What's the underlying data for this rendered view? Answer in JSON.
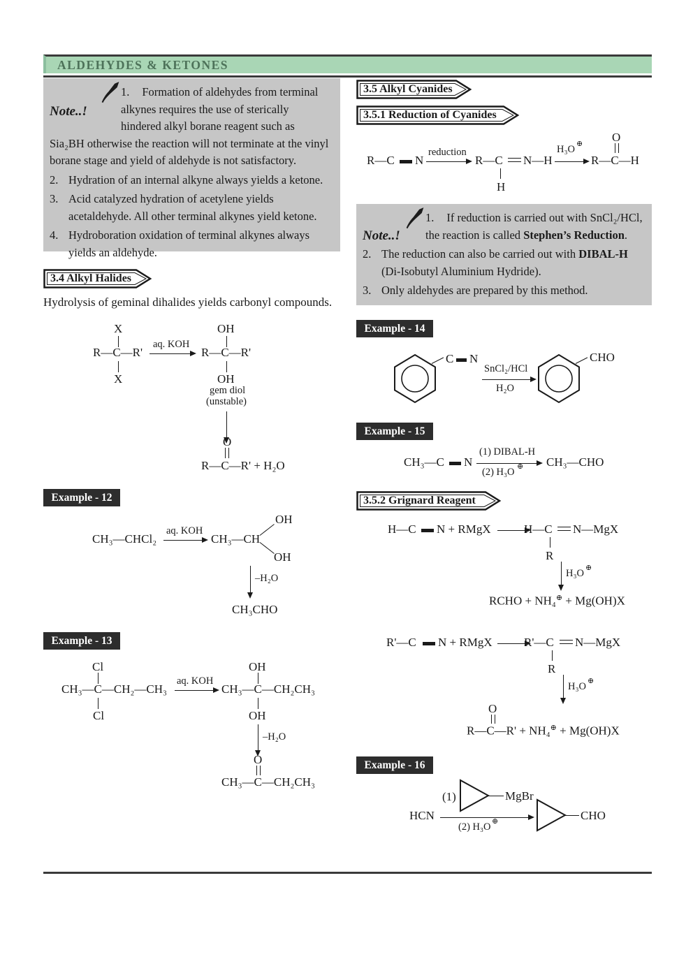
{
  "header": {
    "title": "ALDEHYDES & KETONES"
  },
  "note1": {
    "label": "Note..!",
    "item1_num": "1.",
    "item1_text": "Formation of aldehydes from terminal alkynes requires the use of sterically hindered alkyl borane reagent such as Sia₂BH otherwise the reaction will not terminate at the vinyl borane stage and yield of aldehyde is not satisfactory.",
    "items": [
      {
        "num": "2.",
        "text": "Hydration of an internal alkyne always yields a ketone."
      },
      {
        "num": "3.",
        "text": "Acid catalyzed hydration of acetylene yields acetaldehyde. All other terminal alkynes yield ketone."
      },
      {
        "num": "4.",
        "text": "Hydroboration oxidation of terminal alkynes always yields an aldehyde."
      }
    ]
  },
  "sections": {
    "s34": "3.4  Alkyl Halides",
    "s35": "3.5  Alkyl Cyanides",
    "s351": "3.5.1  Reduction of Cyanides",
    "s352": "3.5.2  Grignard Reagent"
  },
  "left": {
    "hydrolysis": "Hydrolysis of geminal dihalides yields carbonyl compounds.",
    "schemeA": {
      "x_top": "X",
      "x_bot": "X",
      "mol1": "R—C—R'",
      "cond": "aq. KOH",
      "oh_top": "OH",
      "oh_bot": "OH",
      "mol2": "R—C—R'",
      "caption1": "gem diol",
      "caption2": "(unstable)",
      "o": "O",
      "product": "R—C—R' + H₂O"
    },
    "ex12": {
      "banner": "Example - 12",
      "reactant": "CH₃—CHCl₂",
      "cond": "aq. KOH",
      "mid": "CH₃—CH",
      "oh_top": "OH",
      "oh_bot": "OH",
      "loss": "–H₂O",
      "product": "CH₃CHO"
    },
    "ex13": {
      "banner": "Example - 13",
      "cl_top": "Cl",
      "cl_bot": "Cl",
      "reactant": "CH₃—C—CH₂—CH₃",
      "cond": "aq. KOH",
      "oh_top": "OH",
      "oh_bot": "OH",
      "mid": "CH₃—C—CH₂CH₃",
      "loss": "–H₂O",
      "o": "O",
      "product": "CH₃—C—CH₂CH₃"
    }
  },
  "right": {
    "r351": {
      "lhs": "R—C",
      "n1": "N",
      "cond1": "reduction",
      "mid_a": "R—C",
      "mid_b": "N—H",
      "h_sub": "H",
      "cond2": "H₃O",
      "cond2_sup": "⊕",
      "o": "O",
      "product": "R—C—H"
    },
    "note2": {
      "label": "Note..!",
      "item1_num": "1.",
      "item1_pre": "If reduction is carried out with SnCl₂/HCl, the reaction is called ",
      "item1_bold": "Stephen’s Reduction",
      "item1_post": ".",
      "item2_num": "2.",
      "item2_pre": "The reduction can also be carried out with ",
      "item2_bold": "DIBAL-H",
      "item2_post": " (Di-Isobutyl Aluminium Hydride).",
      "item3_num": "3.",
      "item3_text": "Only aldehydes are prepared by this method."
    },
    "ex14": {
      "banner": "Example - 14",
      "c": "C",
      "n": "N",
      "cond_top": "SnCl₂/HCl",
      "cond_bot": "H₂O",
      "cho": "CHO"
    },
    "ex15": {
      "banner": "Example - 15",
      "reactant": "CH₃—C",
      "n": "N",
      "cond_top": "(1) DIBAL-H",
      "cond_bot": "(2) H₃O",
      "cond_bot_sup": "⊕",
      "product": "CH₃—CHO"
    },
    "grig1": {
      "lhs": "H—C",
      "rhs": "N + RMgX",
      "mid_a": "H—C",
      "mid_b": "N—MgX",
      "r": "R",
      "cond": "H₃O",
      "cond_sup": "⊕",
      "prod_a": "RCHO + NH₄",
      "prod_sup": "⊕",
      "prod_b": " + Mg(OH)X"
    },
    "grig2": {
      "lhs": "R'—C",
      "rhs": "N + RMgX",
      "mid_a": "R'—C",
      "mid_b": "N—MgX",
      "r": "R",
      "cond": "H₃O",
      "cond_sup": "⊕",
      "o": "O",
      "prod_a": "R—C—R' + NH₄",
      "prod_sup": "⊕",
      "prod_b": " + Mg(OH)X"
    },
    "ex16": {
      "banner": "Example - 16",
      "step1": "(1)",
      "mgbr": "MgBr",
      "hcn": "HCN",
      "step2": "(2) H₃O",
      "step2_sup": "⊕",
      "cho": "CHO"
    }
  }
}
